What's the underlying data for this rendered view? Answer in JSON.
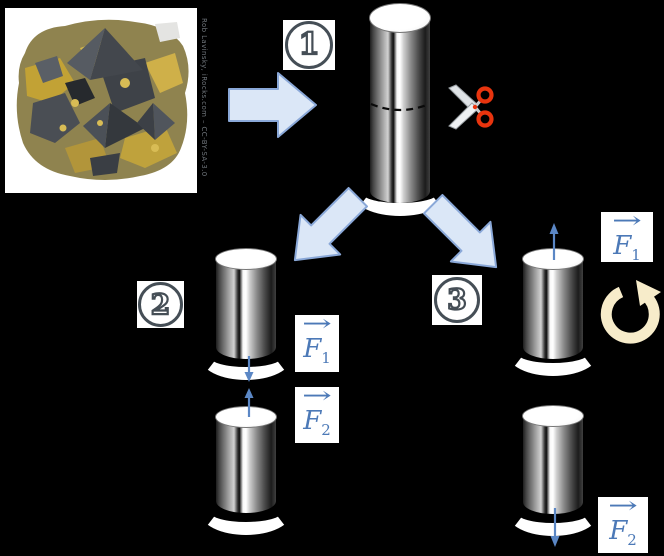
{
  "background_color": "#000000",
  "colors": {
    "block_arrow_fill": "#dbe7f7",
    "block_arrow_stroke": "#8aa8d8",
    "force_label_blue": "#4c79b7",
    "force_arrow_blue": "#5b87c5",
    "step_circle_gray": "#454e56",
    "scissors_red": "#e8340e",
    "rotation_cream": "#f7ecca",
    "label_box_white": "#ffffff"
  },
  "mineral": {
    "credit": "Rob Lavinsky, iRocks.com – CC-BY-SA-3.0"
  },
  "steps": [
    {
      "label": "1"
    },
    {
      "label": "2"
    },
    {
      "label": "3"
    }
  ],
  "forces": {
    "vector_arrow": "→",
    "f1_symbol": "F",
    "f1_sub": "1",
    "f2_symbol": "F",
    "f2_sub": "2"
  },
  "icons": {
    "scissors": "scissors-icon",
    "rotation": "clockwise-rotation-icon",
    "step1_arrow": "right-block-arrow",
    "branch_left_arrow": "down-left-block-arrow",
    "branch_right_arrow": "down-right-block-arrow",
    "attraction_arrows": "arrows-toward-each-other",
    "repulsion_arrows": "arrows-away-from-each-other"
  }
}
